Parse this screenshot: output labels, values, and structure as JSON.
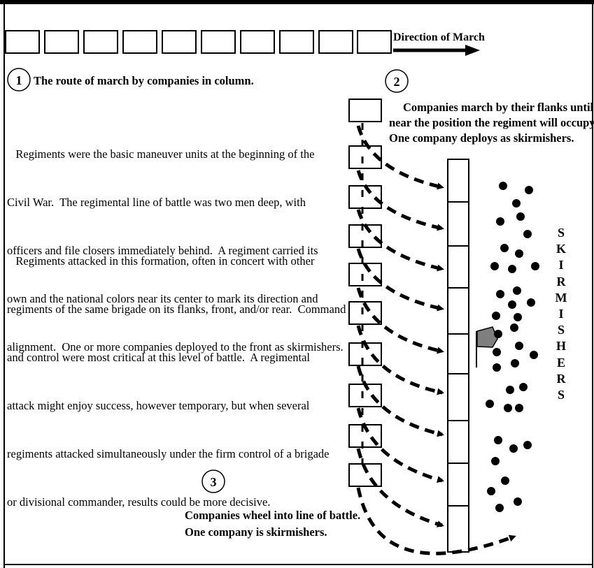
{
  "direction_label": "Direction of March",
  "steps": [
    {
      "number": "1",
      "caption": [
        "The route of march by companies in column."
      ]
    },
    {
      "number": "2",
      "caption": [
        "Companies march by their flanks until",
        "near the position the regiment will occupy.",
        "One company deploys as skirmishers."
      ]
    },
    {
      "number": "3",
      "caption": [
        "Companies wheel into line of battle.",
        "One company is skirmishers."
      ]
    }
  ],
  "paragraphs": [
    [
      "   Regiments were the basic maneuver units at the beginning of the",
      "Civil War.  The regimental line of battle was two men deep, with",
      "officers and file closers immediately behind.  A regiment carried its",
      "own and the national colors near its center to mark its direction and",
      "alignment.  One or more companies deployed to the front as skirmishers."
    ],
    [
      "   Regiments attacked in this formation, often in concert with other",
      "regiments of the same brigade on its flanks, front, and/or rear.  Command",
      "and control were most critical at this level of battle.  A regimental",
      "attack might enjoy success, however temporary, but when several",
      "regiments attacked simultaneously under the firm control of a brigade",
      "or divisional commander, results could be more decisive."
    ]
  ],
  "skirmishers_label": [
    "S",
    "K",
    "I",
    "R",
    "M",
    "I",
    "S",
    "H",
    "E",
    "R",
    "S"
  ],
  "colors": {
    "ink": "#000000",
    "flag": "#7f7f7f",
    "background": "#ffffff"
  }
}
